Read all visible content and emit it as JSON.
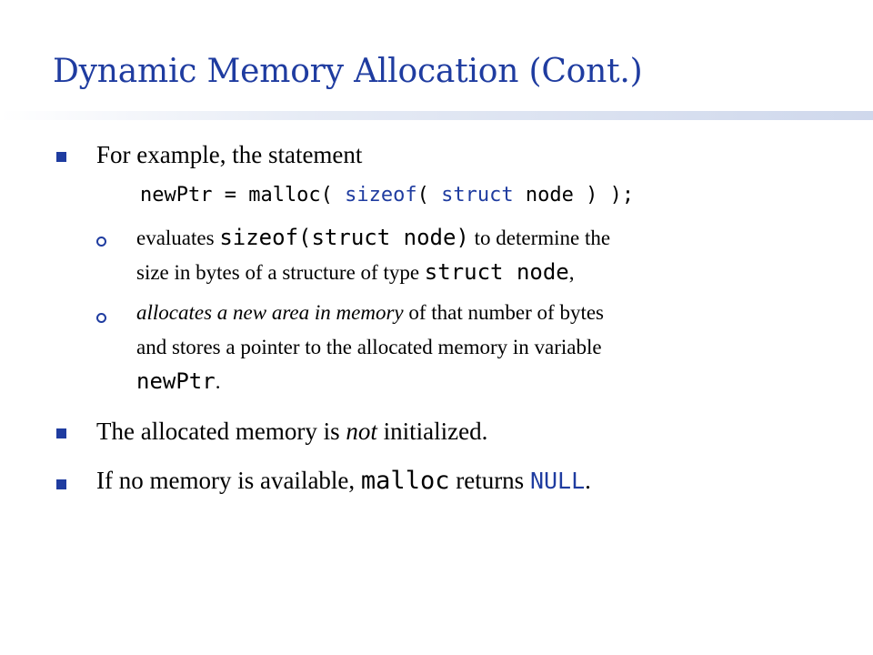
{
  "slide": {
    "title": "Dynamic Memory Allocation (Cont.)",
    "accent_color": "#1f3ca0",
    "bullet1": {
      "text": "For example, the statement",
      "code": {
        "part1": "newPtr = malloc( ",
        "kw1": "sizeof",
        "part2": "( ",
        "kw2": "struct",
        "part3": " node ) );"
      },
      "sub1": {
        "line1_a": "evaluates ",
        "line1_code": "sizeof(struct node)",
        "line1_b": " to determine the",
        "line2_a": "size in bytes of a structure of type ",
        "line2_code": "struct node",
        "line2_b": ","
      },
      "sub2": {
        "line1_italic": "allocates a new area in memory",
        "line1_b": " of that number of bytes",
        "line2": "and stores a pointer to the allocated memory in variable",
        "line3_code": "newPtr",
        "line3_b": "."
      }
    },
    "bullet2": {
      "a": "The allocated memory is ",
      "italic": "not",
      "b": " initialized."
    },
    "bullet3": {
      "a": "If no memory is available, ",
      "code1": "malloc",
      "b": " returns ",
      "code2": "NULL",
      "c": "."
    }
  }
}
